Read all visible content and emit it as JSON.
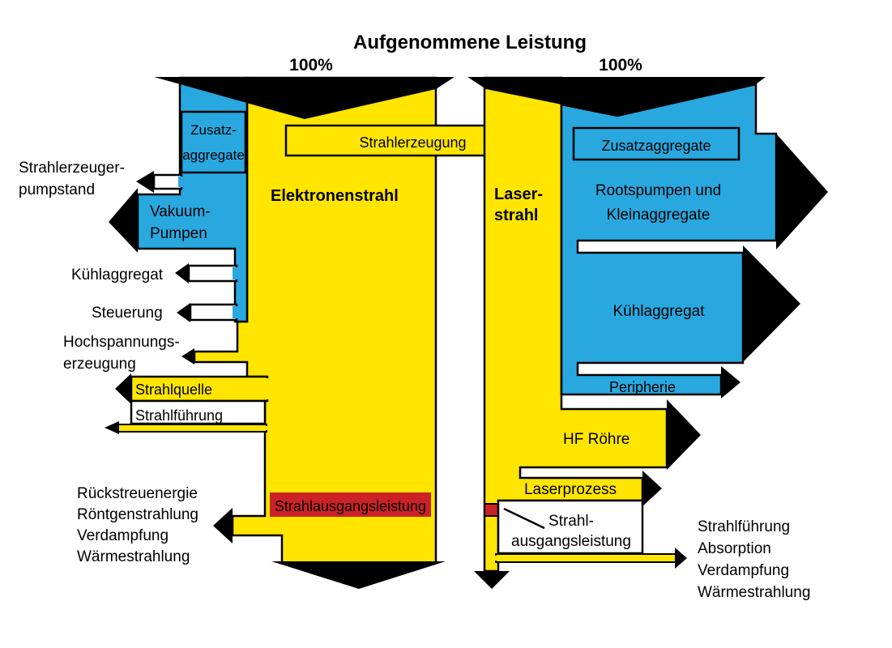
{
  "title": "Aufgenommene Leistung",
  "colors": {
    "yellow": "#FFE500",
    "blue": "#29A8E0",
    "red": "#CC2127",
    "black": "#000000"
  },
  "electron": {
    "input_percent": "100%",
    "beam_label": "Elektronenstrahl",
    "strahlerzeugung": "Strahlerzeugung",
    "zusatzaggregate": "Zusatz-\naggregate",
    "pumpstand": "Strahlerzeuger-\npumpstand",
    "vakuumpumpen": "Vakuum-\nPumpen",
    "kuehlaggregat": "Kühlaggregat",
    "steuerung": "Steuerung",
    "hochspannung": "Hochspannungs-\nerzeugung",
    "strahlquelle": "Strahlquelle",
    "strahlfuehrung": "Strahlführung",
    "losses": "Rückstreuenergie\nRöntgenstrahlung\nVerdampfung\nWärmestrahlung",
    "output": "Strahlausgangsleistung"
  },
  "laser": {
    "input_percent": "100%",
    "beam_label": "Laser-\nstrahl",
    "zusatzaggregate": "Zusatzaggregate",
    "rootspumpen": "Rootspumpen und\nKleinaggregate",
    "kuehlaggregat": "Kühlaggregat",
    "peripherie": "Peripherie",
    "hf_roehre": "HF Röhre",
    "laserprozess": "Laserprozess",
    "output": "Strahl-\nausgangsleistung",
    "losses": "Strahlführung\nAbsorption\nVerdampfung\nWärmestrahlung"
  }
}
